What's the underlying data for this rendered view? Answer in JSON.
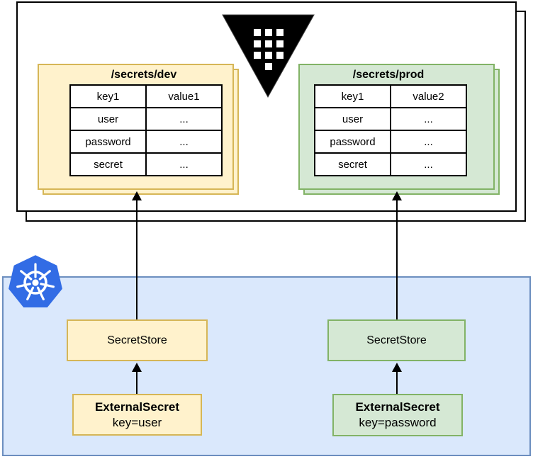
{
  "diagram": {
    "vault": {
      "logo_icon": "vault-triangle-logo",
      "namespaces": [
        {
          "title": "/secrets/dev",
          "rows": [
            [
              "key1",
              "value1"
            ],
            [
              "user",
              "..."
            ],
            [
              "password",
              "..."
            ],
            [
              "secret",
              "..."
            ]
          ]
        },
        {
          "title": "/secrets/prod",
          "rows": [
            [
              "key1",
              "value2"
            ],
            [
              "user",
              "..."
            ],
            [
              "password",
              "..."
            ],
            [
              "secret",
              "..."
            ]
          ]
        }
      ]
    },
    "kubernetes": {
      "logo_icon": "kubernetes-helm-logo",
      "dev": {
        "store_label": "SecretStore",
        "external_secret_title": "ExternalSecret",
        "external_secret_key": "key=user"
      },
      "prod": {
        "store_label": "SecretStore",
        "external_secret_title": "ExternalSecret",
        "external_secret_key": "key=password"
      }
    },
    "colors": {
      "yellow_fill": "#FFF2CC",
      "yellow_stroke": "#D6B656",
      "green_fill": "#D5E8D4",
      "green_stroke": "#82B366",
      "blue_fill": "#DAE8FC",
      "blue_stroke": "#6C8EBF",
      "k8s_blue": "#326CE5",
      "line_color": "#000000"
    }
  }
}
